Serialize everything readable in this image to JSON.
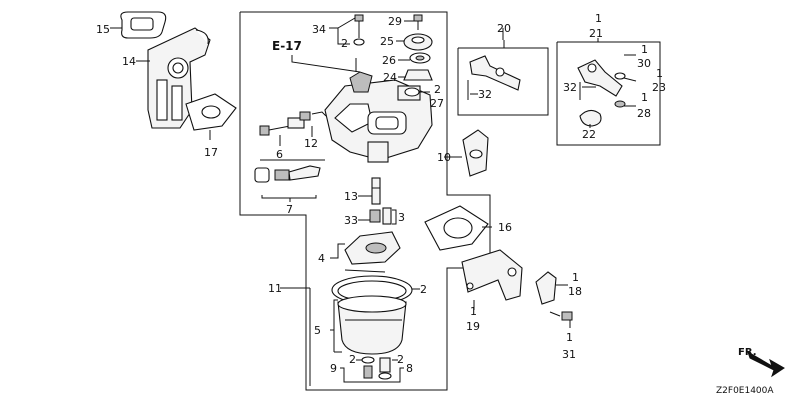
{
  "diagram": {
    "reference": "E-17",
    "code": "Z2F0E1400A",
    "direction_label": "FR.",
    "callouts": [
      {
        "id": "c15",
        "text": "15"
      },
      {
        "id": "c14",
        "text": "14"
      },
      {
        "id": "c17",
        "text": "17"
      },
      {
        "id": "c34",
        "text": "34"
      },
      {
        "id": "c34_2",
        "text": "2"
      },
      {
        "id": "c29",
        "text": "29"
      },
      {
        "id": "c25",
        "text": "25"
      },
      {
        "id": "c26",
        "text": "26"
      },
      {
        "id": "c24",
        "text": "24"
      },
      {
        "id": "c27_2",
        "text": "2"
      },
      {
        "id": "c27",
        "text": "27"
      },
      {
        "id": "c20",
        "text": "20"
      },
      {
        "id": "c32a",
        "text": "32"
      },
      {
        "id": "c1a",
        "text": "1"
      },
      {
        "id": "c21",
        "text": "21"
      },
      {
        "id": "c1b",
        "text": "1"
      },
      {
        "id": "c30",
        "text": "30"
      },
      {
        "id": "c1c",
        "text": "1"
      },
      {
        "id": "c23",
        "text": "23"
      },
      {
        "id": "c32b",
        "text": "32"
      },
      {
        "id": "c1d",
        "text": "1"
      },
      {
        "id": "c28",
        "text": "28"
      },
      {
        "id": "c22",
        "text": "22"
      },
      {
        "id": "c6",
        "text": "6"
      },
      {
        "id": "c12",
        "text": "12"
      },
      {
        "id": "c10",
        "text": "10"
      },
      {
        "id": "c7",
        "text": "7"
      },
      {
        "id": "c13",
        "text": "13"
      },
      {
        "id": "c33",
        "text": "33"
      },
      {
        "id": "c3",
        "text": "3"
      },
      {
        "id": "c16",
        "text": "16"
      },
      {
        "id": "c4",
        "text": "4"
      },
      {
        "id": "c11",
        "text": "11"
      },
      {
        "id": "c2a",
        "text": "2"
      },
      {
        "id": "c5",
        "text": "5"
      },
      {
        "id": "c1e",
        "text": "1"
      },
      {
        "id": "c18",
        "text": "18"
      },
      {
        "id": "c1f",
        "text": "1"
      },
      {
        "id": "c19",
        "text": "19"
      },
      {
        "id": "c1g",
        "text": "1"
      },
      {
        "id": "c31",
        "text": "31"
      },
      {
        "id": "c2b",
        "text": "2"
      },
      {
        "id": "c2c",
        "text": "2"
      },
      {
        "id": "c9",
        "text": "9"
      },
      {
        "id": "c8",
        "text": "8"
      }
    ]
  }
}
